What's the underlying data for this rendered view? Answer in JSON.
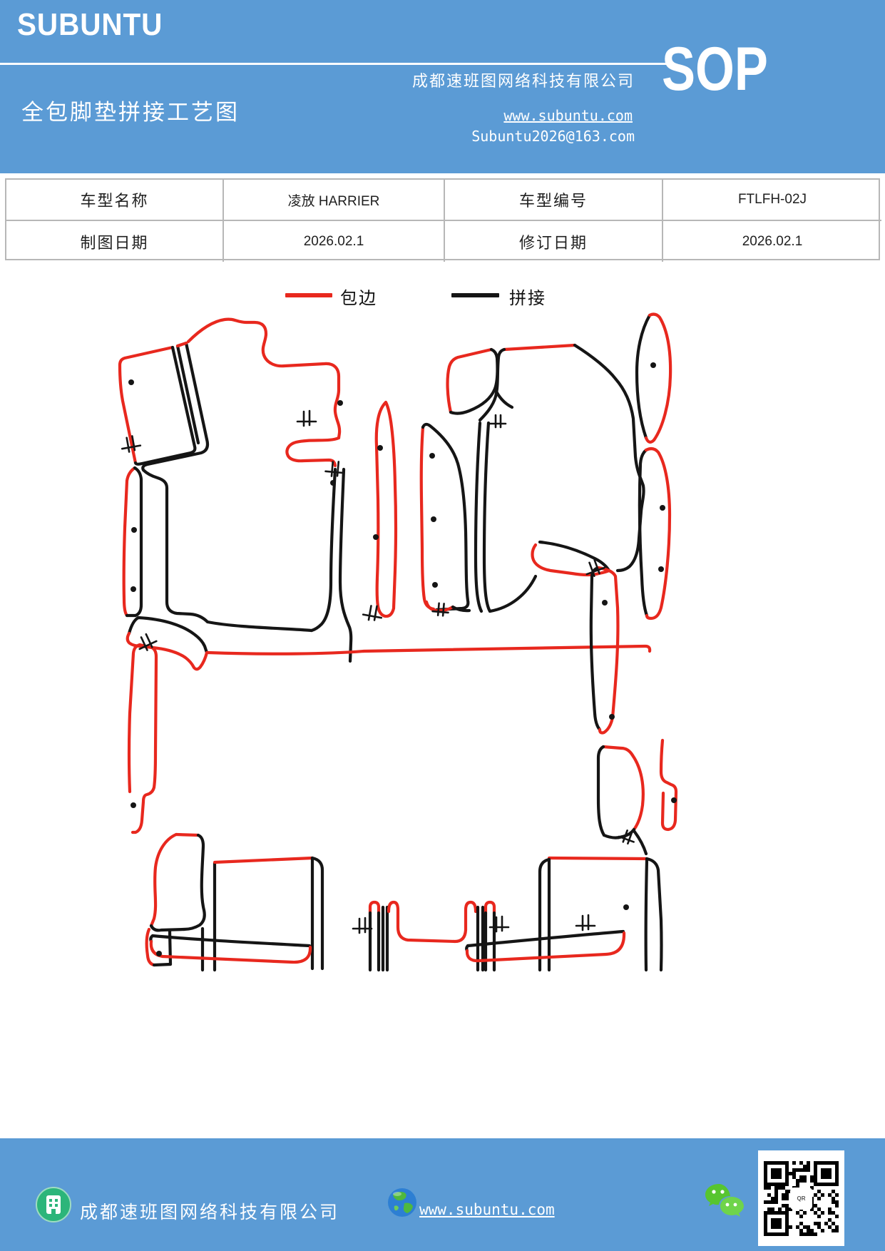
{
  "header": {
    "logo": "SUBUNTU",
    "company": "成都速班图网络科技有限公司",
    "title": "全包脚垫拼接工艺图",
    "website": "www.subuntu.com",
    "email": "Subuntu2026@163.com",
    "badge": "SOP",
    "bg_color": "#5b9bd5"
  },
  "info_table": {
    "rows": [
      {
        "cells": [
          "车型名称",
          "凌放 HARRIER",
          "车型编号",
          "FTLFH-02J"
        ]
      },
      {
        "cells": [
          "制图日期",
          "2026.02.1",
          "修订日期",
          "2026.02.1"
        ]
      }
    ]
  },
  "legend": {
    "items": [
      {
        "label": "包边",
        "color": "#e8281e"
      },
      {
        "label": "拼接",
        "color": "#151515"
      }
    ]
  },
  "diagram": {
    "type": "technical-drawing",
    "subject": "全包脚垫拼接工艺图 (full-coverage car floor mat splicing pattern)",
    "red_line_meaning": "包边",
    "black_line_meaning": "拼接",
    "outline_red": "#e8281e",
    "outline_black": "#151515"
  },
  "footer": {
    "company": "成都速班图网络科技有限公司",
    "website": "www.subuntu.com",
    "qr_label": "QR"
  }
}
